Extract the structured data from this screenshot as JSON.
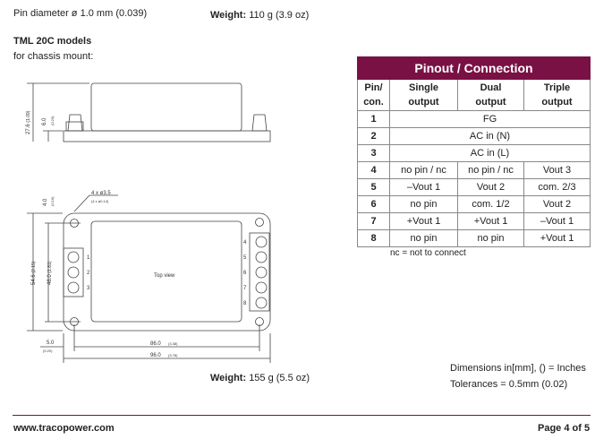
{
  "top": {
    "pin_diameter": "Pin diameter ø 1.0 mm (0.039)",
    "weight1_label": "Weight:",
    "weight1_value": "110 g (3.9 oz)"
  },
  "section": {
    "title": "TML 20C models",
    "subtitle": "for chassis mount:"
  },
  "drawing": {
    "side_height": "27.6",
    "side_height_in": "(1.09)",
    "side_base": "6.0",
    "side_base_in": "(0.23)",
    "hole_label": "4 x ø3.5",
    "hole_label_in": "(4 x ø0.14)",
    "top_offset": "4.0",
    "top_offset_in": "(0.16)",
    "height_outer": "54.6",
    "height_outer_in": "(2.15)",
    "height_inner": "46.0",
    "height_inner_in": "(1.81)",
    "top_view": "Top view",
    "left_pins": [
      "1",
      "2",
      "3"
    ],
    "right_pins": [
      "4",
      "5",
      "6",
      "7",
      "8"
    ],
    "left_offset": "5.0",
    "left_offset_in": "(0.20)",
    "width_inner": "86.0",
    "width_inner_in": "(3.38)",
    "width_outer": "96.0",
    "width_outer_in": "(3.78)"
  },
  "weight2": {
    "label": "Weight:",
    "value": "155 g (5.5 oz)"
  },
  "pinout": {
    "title": "Pinout / Connection",
    "headers": [
      [
        "Pin/",
        "con."
      ],
      [
        "Single",
        "output"
      ],
      [
        "Dual",
        "output"
      ],
      [
        "Triple",
        "output"
      ]
    ],
    "merged_rows": [
      {
        "pin": "1",
        "value": "FG"
      },
      {
        "pin": "2",
        "value": "AC in (N)"
      },
      {
        "pin": "3",
        "value": "AC in (L)"
      }
    ],
    "rows": [
      [
        "4",
        "no pin / nc",
        "no pin / nc",
        "Vout 3"
      ],
      [
        "5",
        "–Vout 1",
        "Vout 2",
        "com. 2/3"
      ],
      [
        "6",
        "no pin",
        "com. 1/2",
        "Vout 2"
      ],
      [
        "7",
        "+Vout 1",
        "+Vout 1",
        "–Vout 1"
      ],
      [
        "8",
        "no pin",
        "no pin",
        "+Vout 1"
      ]
    ],
    "note": "nc = not to connect"
  },
  "dims_note": {
    "line1": "Dimensions in[mm], () = Inches",
    "line2": "Tolerances = 0.5mm (0.02)"
  },
  "footer": {
    "url": "www.tracopower.com",
    "page": "Page 4 of 5"
  },
  "colors": {
    "brand": "#7a1144"
  }
}
